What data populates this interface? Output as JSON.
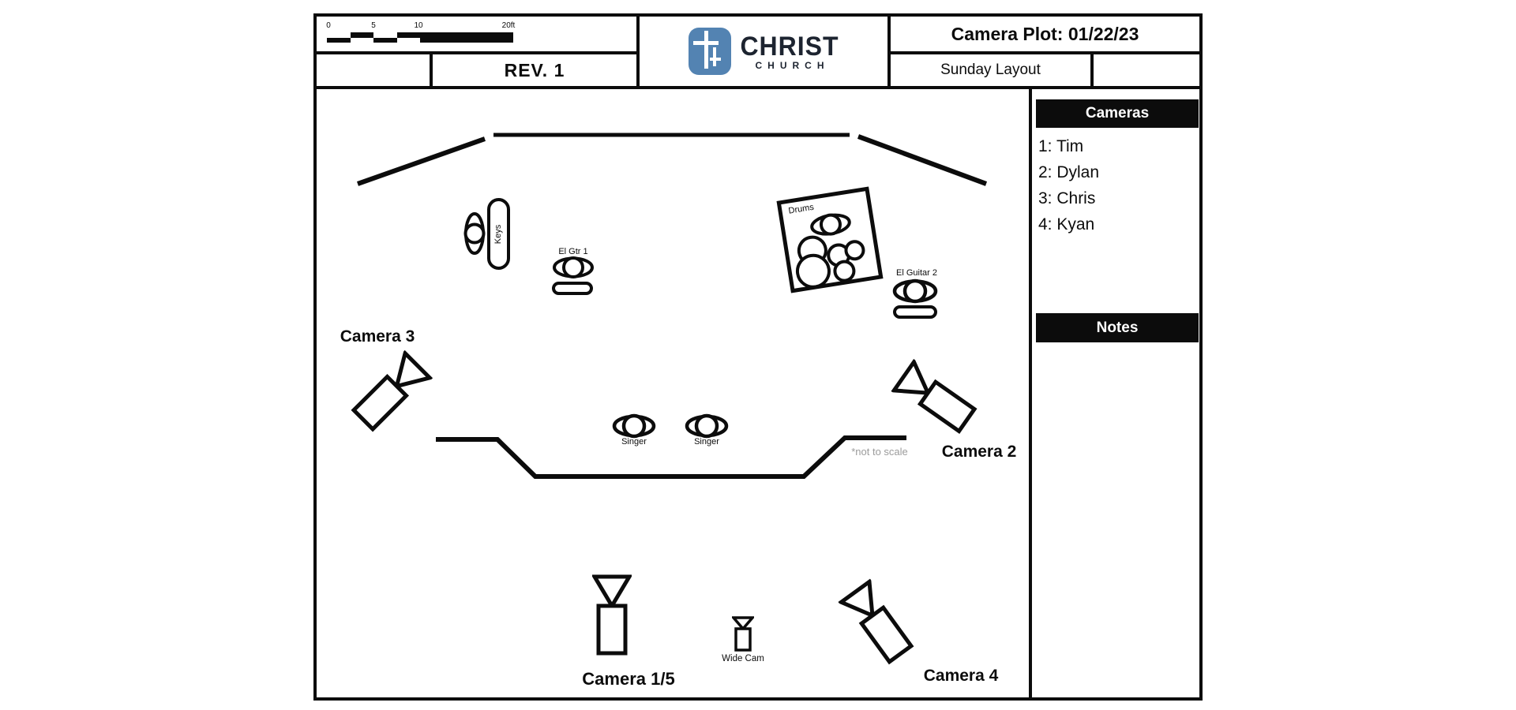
{
  "header": {
    "scale_ticks": [
      "0",
      "5",
      "10",
      "20ft"
    ],
    "revision": "REV. 1",
    "logo_title": "CHRIST",
    "logo_subtitle": "CHURCH",
    "plot_title": "Camera Plot: 01/22/23",
    "layout_name": "Sunday Layout"
  },
  "sidebar": {
    "cameras_header": "Cameras",
    "camera_list": [
      "1: Tim",
      "2: Dylan",
      "3: Chris",
      "4: Kyan"
    ],
    "notes_header": "Notes"
  },
  "stage": {
    "keys_label": "Keys",
    "el_gtr1_label": "El Gtr 1",
    "drums_label": "Drums",
    "el_guitar2_label": "El Guitar 2",
    "singer1_label": "Singer",
    "singer2_label": "Singer",
    "not_to_scale": "*not to scale"
  },
  "cameras": {
    "camera3": "Camera 3",
    "camera2": "Camera 2",
    "camera15": "Camera 1/5",
    "wide_cam": "Wide Cam",
    "camera4": "Camera 4"
  },
  "icons": {
    "person-icon": "ellipse body with circle head",
    "camera-icon": "rectangle body with triangle lens",
    "cross-logo-icon": "white cross on blue shield"
  },
  "colors": {
    "ink": "#0c0c0c",
    "logo_blue": "#5383b2",
    "logo_text": "#1d2430",
    "muted_note": "#9b9b9b"
  }
}
